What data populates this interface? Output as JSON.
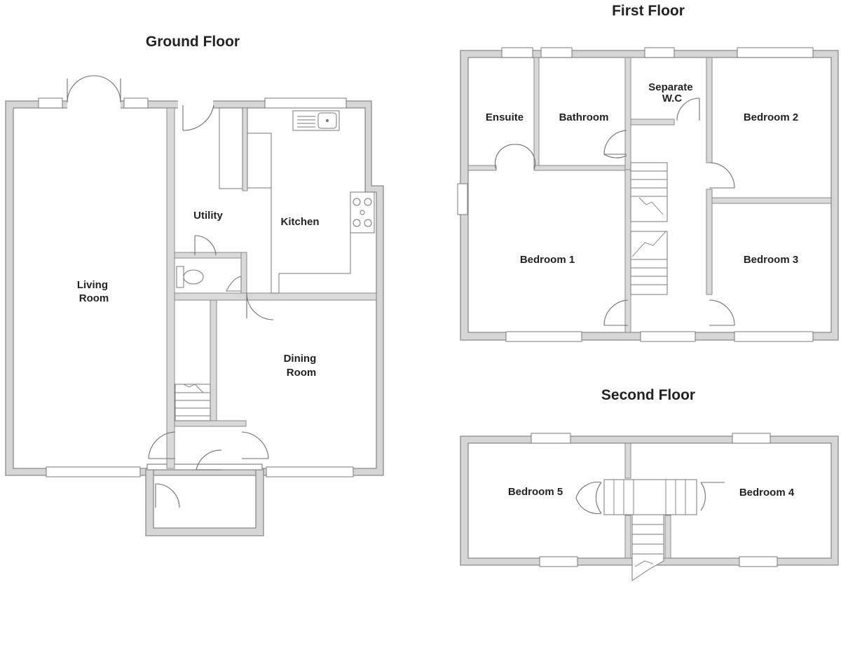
{
  "floors": {
    "ground": {
      "title": "Ground Floor",
      "rooms": {
        "living_room": [
          "Living",
          "Room"
        ],
        "utility": "Utility",
        "kitchen": "Kitchen",
        "dining_room": [
          "Dining",
          "Room"
        ]
      }
    },
    "first": {
      "title": "First Floor",
      "rooms": {
        "ensuite": "Ensuite",
        "bathroom": "Bathroom",
        "separate_wc": [
          "Separate",
          "W.C"
        ],
        "bedroom_2": "Bedroom 2",
        "bedroom_1": "Bedroom 1",
        "bedroom_3": "Bedroom 3"
      }
    },
    "second": {
      "title": "Second Floor",
      "rooms": {
        "bedroom_5": "Bedroom 5",
        "bedroom_4": "Bedroom 4"
      }
    }
  }
}
